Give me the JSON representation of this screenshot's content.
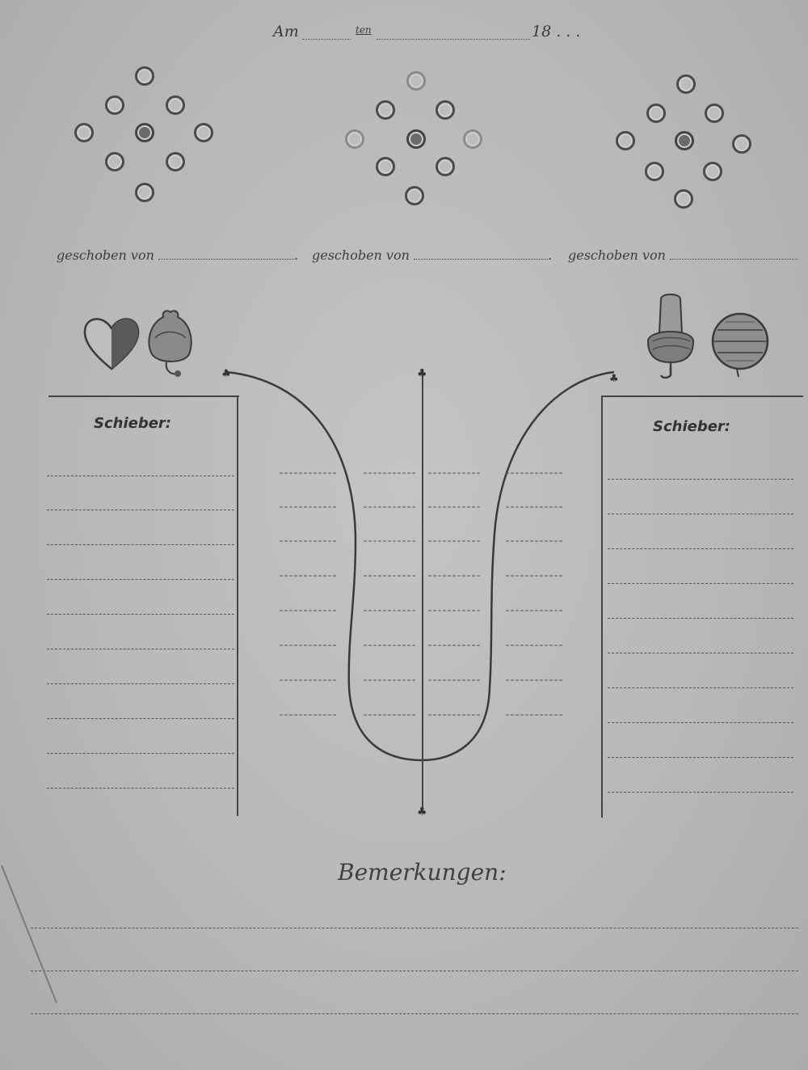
{
  "header": {
    "am_label": "Am",
    "ten_label": "ten",
    "year_label": "18 . . ."
  },
  "patterns": [
    {
      "name": "pattern-left"
    },
    {
      "name": "pattern-middle"
    },
    {
      "name": "pattern-right"
    }
  ],
  "geschoben": {
    "label": "geschoben von"
  },
  "suits": {
    "left": [
      "heart-icon",
      "bell-icon"
    ],
    "right": [
      "acorn-icon",
      "ball-icon"
    ]
  },
  "schieber": {
    "label": "Schieber:"
  },
  "bemerkungen": {
    "label": "Bemerkungen:"
  }
}
